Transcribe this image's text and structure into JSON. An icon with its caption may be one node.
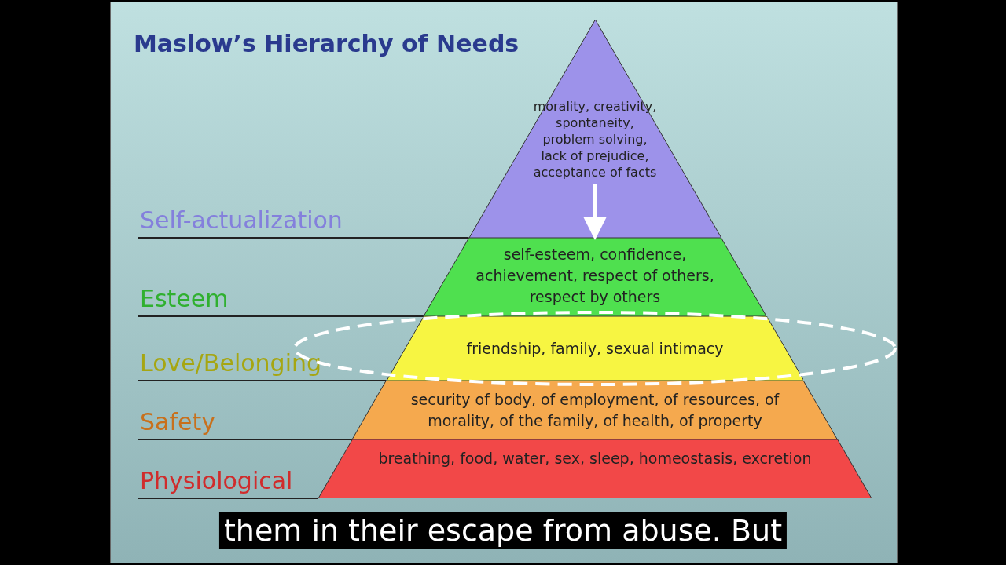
{
  "diagram": {
    "title": "Maslow’s Hierarchy of Needs",
    "nodes": [
      {
        "text": [
          "morality, creativity, spontaneity, problem solving, lack of prejudice, acceptance of facts"
        ]
      },
      {
        "text": [
          "self-esteem, confidence, achievement, respect of others, respect by others"
        ]
      },
      {
        "text": [
          "friendship, family, sexual intimacy"
        ]
      },
      {
        "text": [
          "security of body, of employment, of resources, of morality, of the family, of health, of property"
        ]
      },
      {
        "text": [
          "breathing, food, water, sex, sleep, homeostasis, excretion"
        ]
      },
      {
        "text": [
          "Self-actualization"
        ]
      },
      {
        "text": [
          "Esteem"
        ]
      },
      {
        "text": [
          "Love/Belonging"
        ]
      },
      {
        "text": [
          "Safety"
        ]
      },
      {
        "text": [
          "Physiological"
        ]
      }
    ],
    "edges": [
      {
        "from": 0,
        "to": 1,
        "arrow": "to",
        "style": "thick",
        "color": "#ffffff"
      },
      {
        "from": 5,
        "to": 0,
        "arrow": "none"
      },
      {
        "from": 6,
        "to": 1,
        "arrow": "none"
      },
      {
        "from": 7,
        "to": 2,
        "arrow": "none"
      },
      {
        "from": 8,
        "to": 3,
        "arrow": "none"
      },
      {
        "from": 9,
        "to": 4,
        "arrow": "none"
      }
    ],
    "labels": [
      "them in their escape from abuse. But"
    ]
  }
}
